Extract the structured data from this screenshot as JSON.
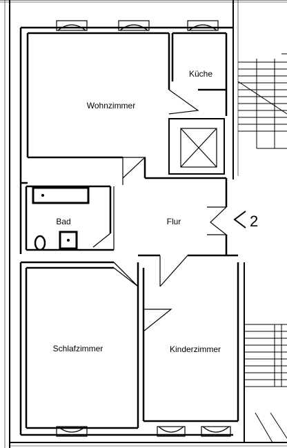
{
  "rooms": {
    "wohnzimmer": "Wohnzimmer",
    "kueche": "Küche",
    "bad": "Bad",
    "flur": "Flur",
    "schlafzimmer": "Schlafzimmer",
    "kinderzimmer": "Kinderzimmer"
  },
  "entrance_marker": "2"
}
